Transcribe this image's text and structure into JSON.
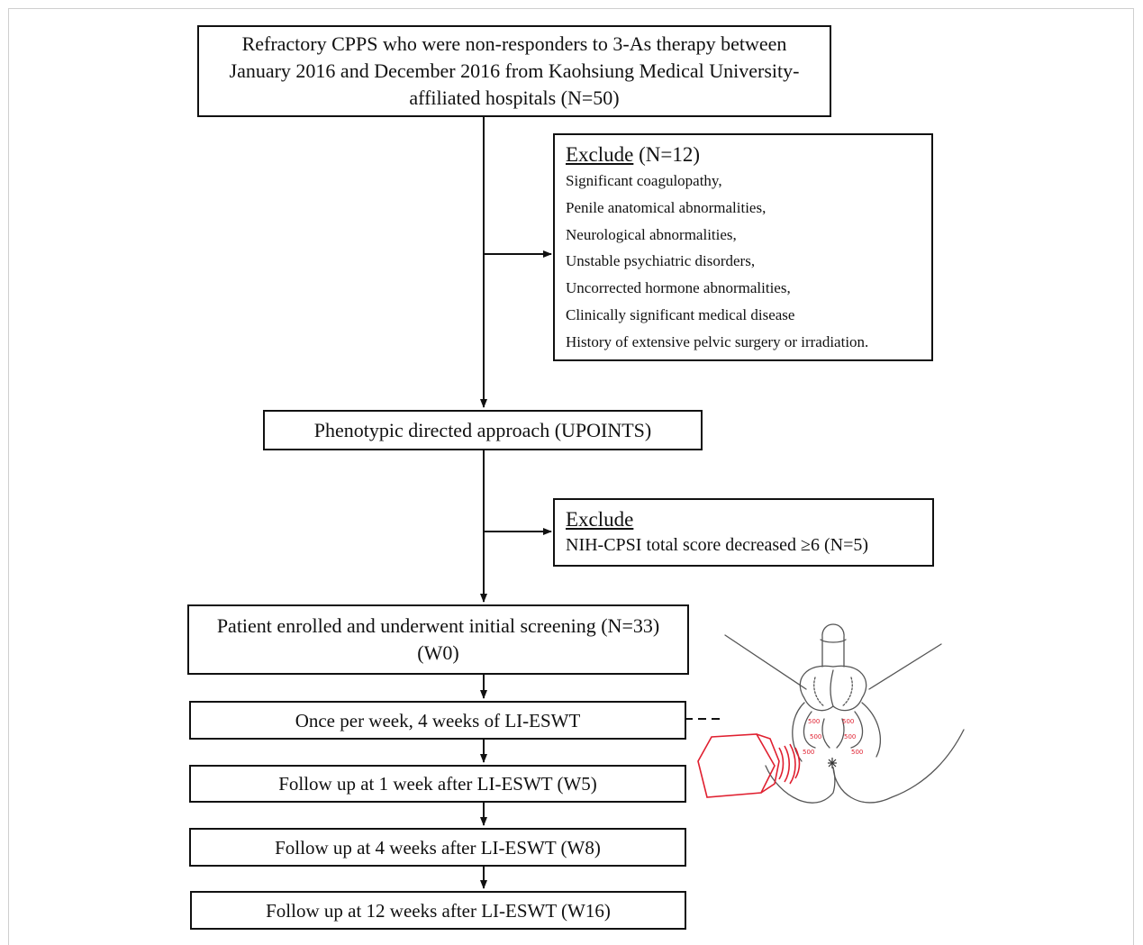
{
  "flowchart": {
    "top_box": "Refractory CPPS who were non-responders to 3-As therapy between January 2016 and December 2016 from Kaohsiung Medical University-affiliated hospitals (N=50)",
    "exclude1": {
      "title": "Exclude",
      "count": "(N=12)",
      "items": [
        "Significant coagulopathy,",
        "Penile anatomical abnormalities,",
        "Neurological abnormalities,",
        "Unstable psychiatric disorders,",
        "Uncorrected hormone abnormalities,",
        "Clinically significant medical disease",
        "History of extensive pelvic surgery or irradiation."
      ]
    },
    "phenotype_box": "Phenotypic directed approach (UPOINTS)",
    "exclude2": {
      "title": "Exclude",
      "text": "NIH-CPSI total score decreased ≥6 (N=5)"
    },
    "enrolled_box": "Patient enrolled and underwent initial screening (N=33) (W0)",
    "treatment_box": "Once per week, 4 weeks of LI-ESWT",
    "followup_w5": "Follow up at 1 week after LI-ESWT (W5)",
    "followup_w8": "Follow up at 4 weeks after LI-ESWT (W8)",
    "followup_w16": "Follow up at 12 weeks after LI-ESWT (W16)"
  },
  "illustration": {
    "dose_labels": [
      "500",
      "500",
      "500",
      "500",
      "500",
      "500"
    ],
    "colors": {
      "line": "#111111",
      "anatomy": "#555555",
      "probe": "#e02030"
    }
  }
}
